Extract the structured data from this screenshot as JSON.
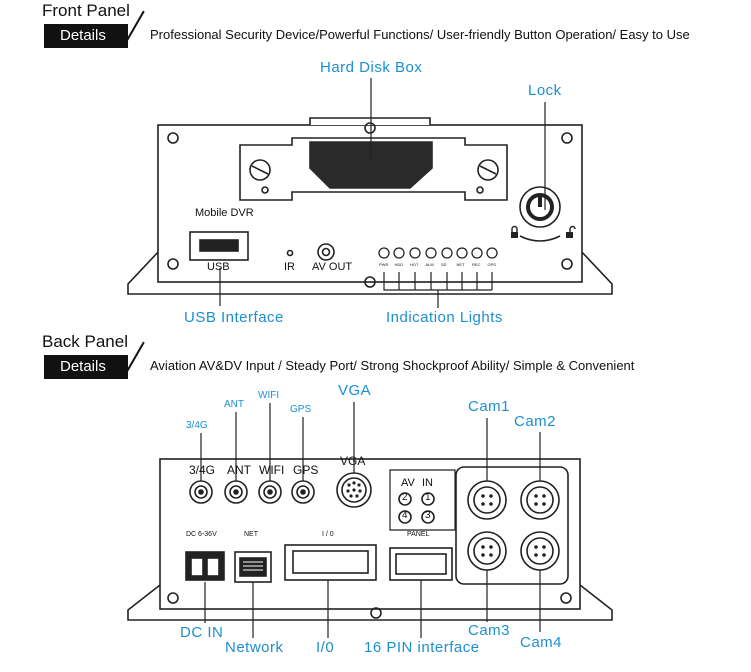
{
  "front": {
    "title": "Front Panel",
    "details": "Details",
    "tagline": "Professional Security Device/Powerful Functions/ User-friendly Button Operation/ Easy to Use",
    "device_label": "Mobile DVR",
    "usb_label": "USB",
    "ir_label": "IR",
    "av_out_label": "AV OUT",
    "lights": [
      "PWR",
      "HDD",
      "HOT",
      "ALM",
      "SD",
      "NET",
      "REC",
      "GPS"
    ],
    "callouts": {
      "hard_disk_box": "Hard Disk Box",
      "lock": "Lock",
      "usb_interface": "USB Interface",
      "indication_lights": "Indication Lights"
    }
  },
  "back": {
    "title": "Back Panel",
    "details": "Details",
    "tagline": "Aviation AV&DV Input / Steady Port/ Strong Shockproof Ability/ Simple & Convenient",
    "port_labels": [
      "3/4G",
      "ANT",
      "WIFI",
      "GPS"
    ],
    "vga_label": "VGA",
    "av_in": {
      "av": "AV",
      "in": "IN",
      "nums": [
        "2",
        "1",
        "4",
        "3"
      ]
    },
    "dc_label": "DC 6-36V",
    "net_label": "NET",
    "io_label": "I / 0",
    "panel_label": "PANEL",
    "callouts": {
      "g34": "3/4G",
      "ant": "ANT",
      "wifi": "WIFI",
      "gps": "GPS",
      "vga": "VGA",
      "cam1": "Cam1",
      "cam2": "Cam2",
      "cam3": "Cam3",
      "cam4": "Cam4",
      "dc_in": "DC IN",
      "network": "Network",
      "io": "I/0",
      "pin16": "16 PIN interface"
    }
  },
  "colors": {
    "accent": "#1b8fd2",
    "line": "#222222",
    "dark": "#111111"
  }
}
